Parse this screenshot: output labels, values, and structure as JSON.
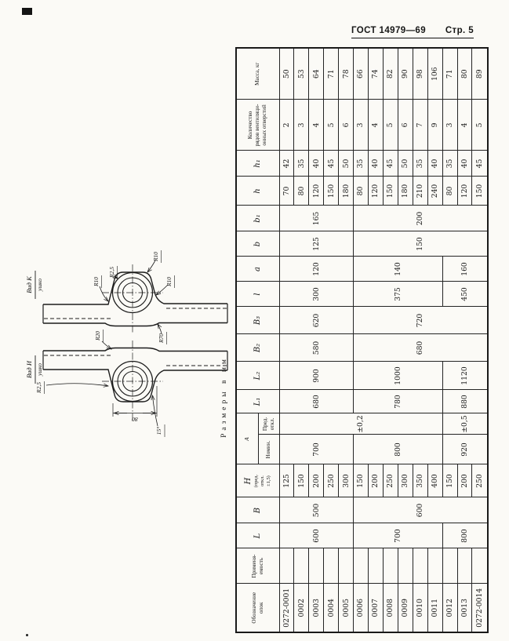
{
  "header": {
    "gost": "ГОСТ 14979—69",
    "page": "Стр. 5"
  },
  "table_title": "Размеры в мм",
  "drawings": {
    "view_k": {
      "title": "Вид К",
      "subtitle": "ушко"
    },
    "view_i": {
      "title": "Вид И",
      "subtitle": "ушко"
    },
    "annotations": {
      "k_r10_left": "R10",
      "k_r25": "R2,5",
      "k_r10_top": "R10",
      "k_r10_right": "R10",
      "k_r70": "R70",
      "i_r20": "R20",
      "i_r25": "R2,5",
      "i_dim80": "80",
      "i_angle": "15°"
    }
  },
  "table": {
    "a_group_label": "A",
    "row_count": 14,
    "columns": [
      {
        "id": "mark",
        "label": "Обозначение\nопок",
        "values": [
          "0272-0001",
          "0002",
          "0003",
          "0004",
          "0005",
          "0006",
          "0007",
          "0008",
          "0009",
          "0010",
          "0011",
          "0012",
          "0013",
          "0272-0014"
        ]
      },
      {
        "id": "usage",
        "label": "Применя-\nемость",
        "values": [
          "",
          "",
          "",
          "",
          "",
          "",
          "",
          "",
          "",
          "",
          "",
          "",
          "",
          ""
        ]
      },
      {
        "id": "L",
        "label": "L",
        "sym": true,
        "groups": [
          {
            "text": "600",
            "from": 1,
            "to": 5
          },
          {
            "text": "700",
            "from": 6,
            "to": 11
          },
          {
            "text": "800",
            "from": 12,
            "to": 14
          }
        ]
      },
      {
        "id": "B",
        "label": "B",
        "sym": true,
        "groups": [
          {
            "text": "500",
            "from": 1,
            "to": 5
          },
          {
            "text": "600",
            "from": 6,
            "to": 14
          }
        ]
      },
      {
        "id": "H",
        "label": "H",
        "sym": true,
        "note": "(пред.\nоткл.\n±1,5)",
        "values": [
          "125",
          "150",
          "200",
          "250",
          "300",
          "150",
          "200",
          "250",
          "300",
          "350",
          "400",
          "150",
          "200",
          "250"
        ]
      },
      {
        "id": "A_nom",
        "label": "Номин.",
        "parent": "A",
        "groups": [
          {
            "text": "700",
            "from": 1,
            "to": 5
          },
          {
            "text": "800",
            "from": 6,
            "to": 11
          },
          {
            "text": "920",
            "from": 12,
            "to": 14
          }
        ]
      },
      {
        "id": "A_dev",
        "label": "Пред.\nоткл.",
        "parent": "A",
        "groups": [
          {
            "text": "±0,2",
            "from": 1,
            "to": 11
          },
          {
            "text": "±0,5",
            "from": 12,
            "to": 14
          }
        ]
      },
      {
        "id": "L1",
        "label": "L₁",
        "sym": true,
        "groups": [
          {
            "text": "680",
            "from": 1,
            "to": 5
          },
          {
            "text": "780",
            "from": 6,
            "to": 11
          },
          {
            "text": "880",
            "from": 12,
            "to": 14
          }
        ]
      },
      {
        "id": "L2",
        "label": "L₂",
        "sym": true,
        "groups": [
          {
            "text": "900",
            "from": 1,
            "to": 5
          },
          {
            "text": "1000",
            "from": 6,
            "to": 11
          },
          {
            "text": "1120",
            "from": 12,
            "to": 14
          }
        ]
      },
      {
        "id": "B2",
        "label": "B₂",
        "sym": true,
        "groups": [
          {
            "text": "580",
            "from": 1,
            "to": 5
          },
          {
            "text": "680",
            "from": 6,
            "to": 14
          }
        ]
      },
      {
        "id": "B3",
        "label": "B₃",
        "sym": true,
        "groups": [
          {
            "text": "620",
            "from": 1,
            "to": 5
          },
          {
            "text": "720",
            "from": 6,
            "to": 14
          }
        ]
      },
      {
        "id": "l",
        "label": "l",
        "sym": true,
        "groups": [
          {
            "text": "300",
            "from": 1,
            "to": 5
          },
          {
            "text": "375",
            "from": 6,
            "to": 11
          },
          {
            "text": "450",
            "from": 12,
            "to": 14
          }
        ]
      },
      {
        "id": "a",
        "label": "a",
        "sym": true,
        "groups": [
          {
            "text": "120",
            "from": 1,
            "to": 5
          },
          {
            "text": "140",
            "from": 6,
            "to": 11
          },
          {
            "text": "160",
            "from": 12,
            "to": 14
          }
        ]
      },
      {
        "id": "b",
        "label": "b",
        "sym": true,
        "groups": [
          {
            "text": "125",
            "from": 1,
            "to": 5
          },
          {
            "text": "150",
            "from": 6,
            "to": 14
          }
        ]
      },
      {
        "id": "b1",
        "label": "b₁",
        "sym": true,
        "groups": [
          {
            "text": "165",
            "from": 1,
            "to": 5
          },
          {
            "text": "200",
            "from": 6,
            "to": 14
          }
        ]
      },
      {
        "id": "h",
        "label": "h",
        "sym": true,
        "values": [
          "70",
          "80",
          "120",
          "150",
          "180",
          "80",
          "120",
          "150",
          "180",
          "210",
          "240",
          "80",
          "120",
          "150"
        ]
      },
      {
        "id": "h1",
        "label": "h₁",
        "sym": true,
        "values": [
          "42",
          "35",
          "40",
          "45",
          "50",
          "35",
          "40",
          "45",
          "50",
          "35",
          "40",
          "35",
          "40",
          "45"
        ]
      },
      {
        "id": "vents",
        "label": "Количество\nрядов вентиляци-\nонных отверстий",
        "values": [
          "2",
          "3",
          "4",
          "5",
          "6",
          "3",
          "4",
          "5",
          "6",
          "7",
          "9",
          "3",
          "4",
          "5"
        ]
      },
      {
        "id": "mass",
        "label": "Масса, кг",
        "values": [
          "50",
          "53",
          "64",
          "71",
          "78",
          "66",
          "74",
          "82",
          "90",
          "98",
          "106",
          "71",
          "80",
          "89"
        ]
      }
    ]
  }
}
